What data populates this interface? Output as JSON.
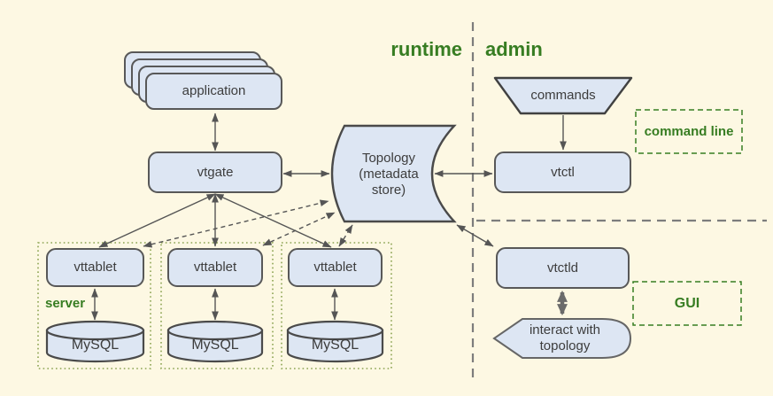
{
  "title_labels": {
    "runtime": "runtime",
    "admin": "admin"
  },
  "nodes": {
    "application": "application",
    "vtgate": "vtgate",
    "topology": {
      "line1": "Topology",
      "line2": "(metadata",
      "line3": "store)"
    },
    "commands": "commands",
    "vtctl": "vtctl",
    "vtctld": "vtctld",
    "interact": {
      "line1": "interact with",
      "line2": "topology"
    },
    "vttablet1": "vttablet",
    "vttablet2": "vttablet",
    "vttablet3": "vttablet",
    "mysql1": "MySQL",
    "mysql2": "MySQL",
    "mysql3": "MySQL"
  },
  "annotations": {
    "command_line": "command line",
    "gui": "GUI",
    "server": "server"
  },
  "colors": {
    "background": "#fdf8e3",
    "node_fill": "#dde6f3",
    "node_stroke": "#585858",
    "accent_green": "#377d22",
    "arrow_gray": "#555555",
    "thick_arrow_gray": "#6b6b6b",
    "separator_gray": "#7d7d7d",
    "server_group_border": "#8ba352"
  }
}
